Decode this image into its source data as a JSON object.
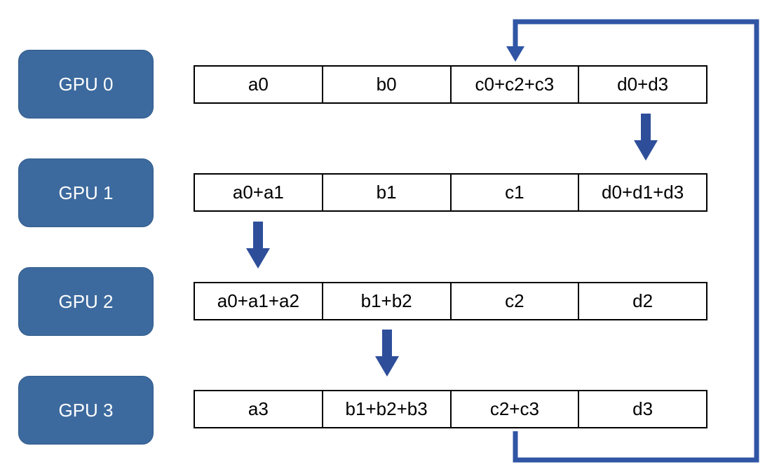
{
  "colors": {
    "gpu_fill": "#3d6a9e",
    "gpu_border": "#2f5a8a",
    "arrow": "#2e4e9a",
    "loop_line": "#2f55a4",
    "cell_border": "#000000"
  },
  "gpus": [
    {
      "label": "GPU 0",
      "cells": [
        "a0",
        "b0",
        "c0+c2+c3",
        "d0+d3"
      ]
    },
    {
      "label": "GPU 1",
      "cells": [
        "a0+a1",
        "b1",
        "c1",
        "d0+d1+d3"
      ]
    },
    {
      "label": "GPU 2",
      "cells": [
        "a0+a1+a2",
        "b1+b2",
        "c2",
        "d2"
      ]
    },
    {
      "label": "GPU 3",
      "cells": [
        "a3",
        "b1+b2+b3",
        "c2+c3",
        "d3"
      ]
    }
  ],
  "transfers": [
    {
      "column": "d",
      "from": "GPU 0",
      "to": "GPU 1"
    },
    {
      "column": "a",
      "from": "GPU 1",
      "to": "GPU 2"
    },
    {
      "column": "b",
      "from": "GPU 2",
      "to": "GPU 3"
    },
    {
      "column": "c",
      "from": "GPU 3",
      "to": "GPU 0",
      "wraps_around": true
    }
  ]
}
